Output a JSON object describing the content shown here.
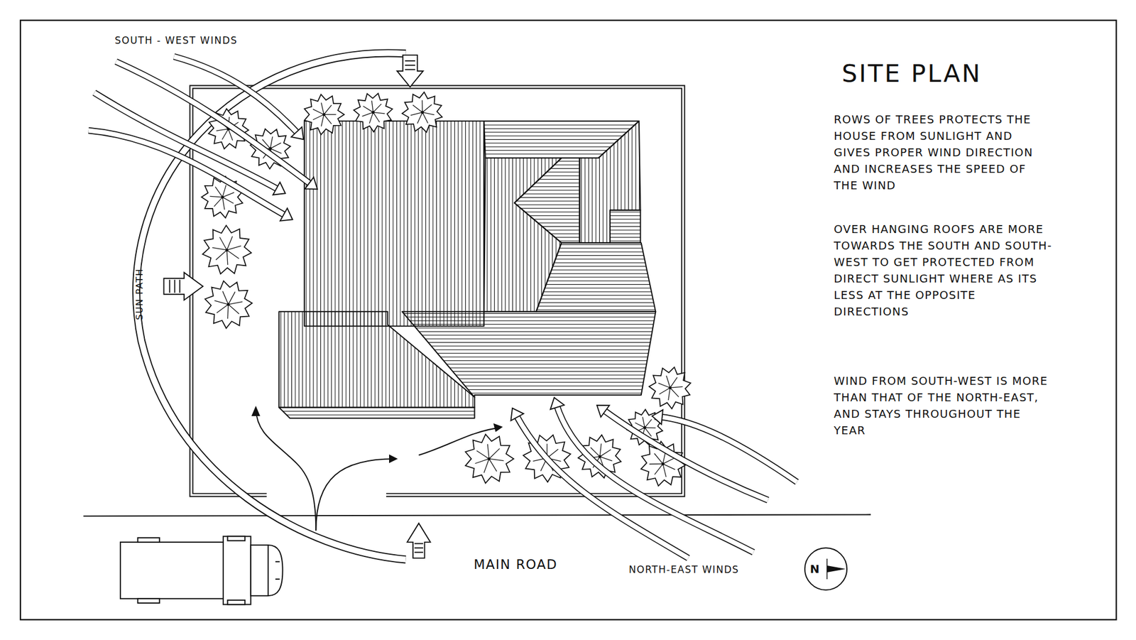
{
  "diagram": {
    "title": "SITE PLAN",
    "nodes": [
      {
        "text": [
          "N"
        ]
      }
    ],
    "labels": [
      "SOUTH - WEST WINDS",
      "SUN PATH",
      "MAIN ROAD",
      "NORTH-EAST WINDS",
      "ROWS OF TREES PROTECTS THE HOUSE FROM SUNLIGHT AND GIVES PROPER WIND DIRECTION AND INCREASES THE SPEED OF THE WIND",
      "OVER HANGING ROOFS ARE MORE TOWARDS THE SOUTH AND SOUTH-WEST TO GET PROTECTED FROM DIRECT SUNLIGHT WHERE AS ITS LESS AT THE OPPOSITE DIRECTIONS",
      "WIND FROM SOUTH-WEST IS MORE THAN THAT OF THE NORTH-EAST, AND STAYS THROUGHOUT THE YEAR"
    ]
  }
}
